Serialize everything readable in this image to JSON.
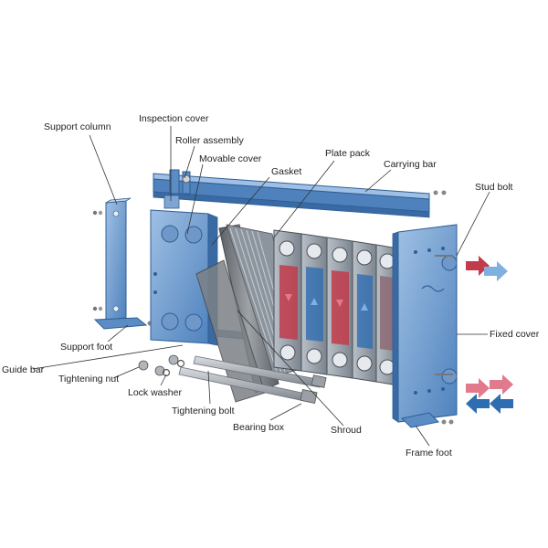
{
  "labels": {
    "support_column": "Support column",
    "inspection_cover": "Inspection cover",
    "roller_assembly": "Roller assembly",
    "movable_cover": "Movable cover",
    "gasket": "Gasket",
    "plate_pack": "Plate pack",
    "carrying_bar": "Carrying bar",
    "stud_bolt": "Stud bolt",
    "support_foot": "Support foot",
    "fixed_cover": "Fixed cover",
    "guide_bar": "Guide bar",
    "tightening_nut": "Tightening nut",
    "lock_washer": "Lock washer",
    "tightening_bolt": "Tightening bolt",
    "bearing_box": "Bearing box",
    "shroud": "Shroud",
    "frame_foot": "Frame foot"
  },
  "colors": {
    "frame_blue": "#5b8cc4",
    "frame_blue_dark": "#3a6aa3",
    "frame_blue_light": "#8fb4dc",
    "hot_red": "#c23b4a",
    "hot_pink": "#e07a8c",
    "cold_blue": "#2f6db3",
    "cold_light": "#7fb0e0",
    "plate_gray": "#9aa3ad",
    "shroud_gray": "#6f7378"
  }
}
